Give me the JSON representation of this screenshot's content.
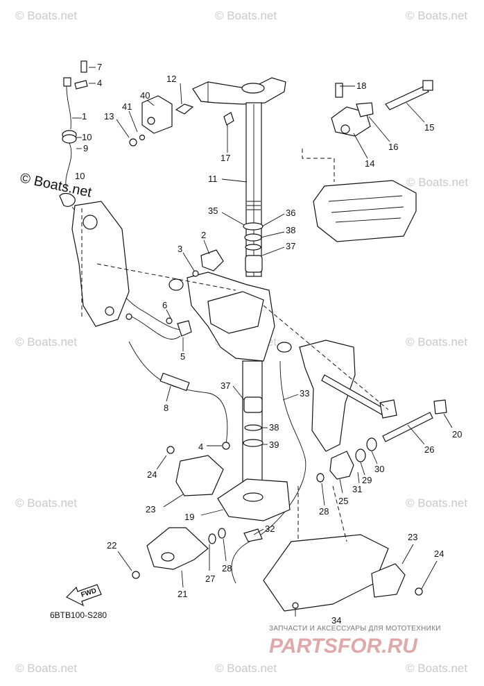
{
  "watermark": {
    "text": "© Boats.net",
    "prominent_text": "© Boats.net"
  },
  "diagram_code": "6BTB100-S280",
  "direction_label": "FWD",
  "shop": {
    "subtitle": "ЗАПЧАСТИ И АКСЕССУАРЫ ДЛЯ МОТОТЕХНИКИ",
    "brand": "PARTSFOR.RU"
  },
  "callouts": [
    "7",
    "4",
    "1",
    "10",
    "9",
    "10",
    "12",
    "40",
    "41",
    "13",
    "17",
    "11",
    "18",
    "14",
    "16",
    "15",
    "35",
    "36",
    "38",
    "37",
    "2",
    "3",
    "6",
    "5",
    "8",
    "37",
    "38",
    "4",
    "39",
    "33",
    "20",
    "26",
    "30",
    "29",
    "31",
    "25",
    "24",
    "23",
    "19",
    "28",
    "32",
    "22",
    "27",
    "28",
    "21",
    "23",
    "24",
    "34"
  ]
}
